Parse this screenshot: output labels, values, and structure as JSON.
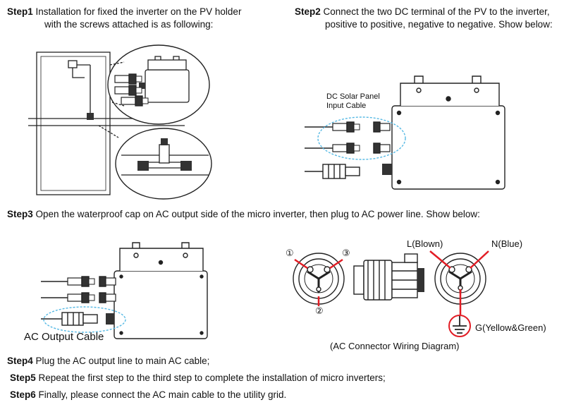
{
  "step1": {
    "tag": "Step1",
    "line1": " Installation for fixed the inverter on the PV holder",
    "line2": "with the screws attached is as following:"
  },
  "step2": {
    "tag": "Step2",
    "line1": " Connect the two DC terminal of the PV to the inverter,",
    "line2": "positive to positive, negative to negative. Show below:"
  },
  "step3": {
    "tag": "Step3",
    "text": " Open the waterproof cap on AC output side of the micro inverter, then plug to AC power line. Show below:"
  },
  "step4": {
    "tag": "Step4",
    "text": " Plug the AC output line to main AC cable;"
  },
  "step5": {
    "tag": "Step5",
    "text": " Repeat the first step to the third step to complete the installation of micro inverters;"
  },
  "step6": {
    "tag": "Step6",
    "text": " Finally, please connect the AC main cable to the utility grid."
  },
  "labels": {
    "dc_cable_1": "DC Solar Panel",
    "dc_cable_2": "Input Cable",
    "ac_output_cable": "AC Output Cable",
    "pin1": "①",
    "pin2": "②",
    "pin3": "③",
    "l_wire": "L(Blown)",
    "n_wire": "N(Blue)",
    "g_wire": "G(Yellow&Green)",
    "diagram_caption": "(AC Connector Wiring Diagram)"
  },
  "colors": {
    "wire_red": "#e21c24",
    "callout_blue": "#56b9e4",
    "ink": "#222222"
  }
}
